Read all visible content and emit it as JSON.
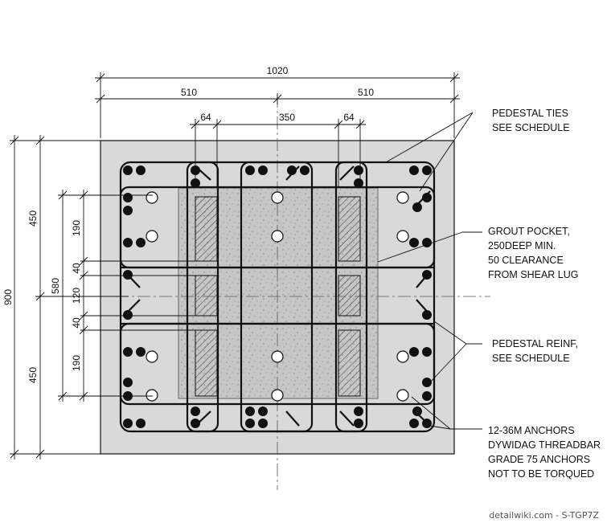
{
  "dimensions": {
    "overall_width": "1020",
    "half_width_left": "510",
    "half_width_right": "510",
    "tie_offset_left": "64",
    "anchor_spacing": "350",
    "tie_offset_right": "64",
    "overall_height": "900",
    "half_height_top": "450",
    "half_height_bottom": "450",
    "anchor_group_height": "580",
    "anchor_row_top": "190",
    "lug_offset_top": "40",
    "lug_height": "120",
    "lug_offset_bottom": "40",
    "anchor_row_bottom": "190"
  },
  "notes": {
    "pedestal_ties": [
      "PEDESTAL TIES",
      "SEE SCHEDULE"
    ],
    "grout_pocket": [
      "GROUT POCKET,",
      "250DEEP MIN.",
      "50 CLEARANCE",
      "FROM SHEAR LUG"
    ],
    "pedestal_reinf": [
      "PEDESTAL REINF,",
      "SEE SCHEDULE"
    ],
    "anchors": [
      "12-36M ANCHORS",
      "DYWIDAG THREADBAR",
      "GRADE 75 ANCHORS",
      "NOT TO BE TORQUED"
    ]
  },
  "watermark": "detailwiki.com - S-TGP7Z",
  "colors": {
    "concrete": "#d9d9d9",
    "grout": "#c4c4c4",
    "line": "#111111"
  }
}
